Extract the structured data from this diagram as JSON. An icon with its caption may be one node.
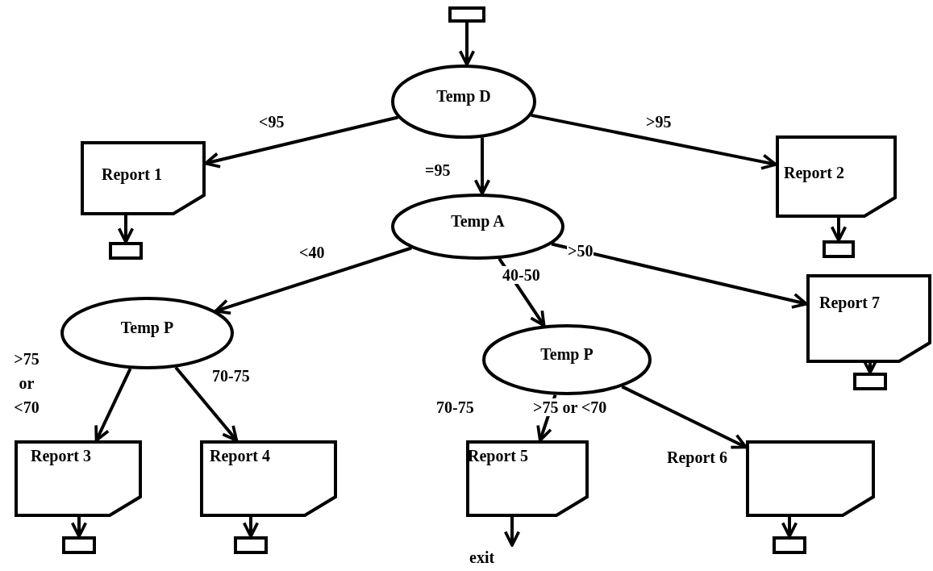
{
  "diagram": {
    "nodes": [
      {
        "text": [],
        "shape": "box"
      },
      {
        "text": [
          "Temp D"
        ]
      },
      {
        "text": [
          "Report 1"
        ]
      },
      {
        "text": [
          "Report 2"
        ]
      },
      {
        "text": [
          "Temp A"
        ]
      },
      {
        "text": [
          "Report 7"
        ]
      },
      {
        "text": [
          "Temp P"
        ]
      },
      {
        "text": [
          "Temp P"
        ]
      },
      {
        "text": [
          "Report 3"
        ]
      },
      {
        "text": [
          "Report 4"
        ]
      },
      {
        "text": [
          "Report 5"
        ]
      },
      {
        "text": [
          "Report 6"
        ]
      },
      {
        "text": [],
        "shape": "box"
      },
      {
        "text": [],
        "shape": "box"
      },
      {
        "text": [],
        "shape": "box"
      },
      {
        "text": [],
        "shape": "box"
      },
      {
        "text": [],
        "shape": "box"
      },
      {
        "text": [],
        "shape": "box"
      },
      {
        "text": [
          "exit"
        ]
      }
    ],
    "edges": [
      {
        "from": 0,
        "to": 1,
        "arrow": "to"
      },
      {
        "from": 1,
        "to": 2,
        "arrow": "to",
        "label": "<95"
      },
      {
        "from": 1,
        "to": 4,
        "arrow": "to",
        "label": "=95"
      },
      {
        "from": 1,
        "to": 3,
        "arrow": "to",
        "label": ">95"
      },
      {
        "from": 2,
        "to": 12,
        "arrow": "to"
      },
      {
        "from": 3,
        "to": 13,
        "arrow": "to"
      },
      {
        "from": 4,
        "to": 6,
        "arrow": "to",
        "label": "<40"
      },
      {
        "from": 4,
        "to": 7,
        "arrow": "to",
        "label": "40-50"
      },
      {
        "from": 4,
        "to": 5,
        "arrow": "to",
        "label": ">50"
      },
      {
        "from": 5,
        "to": 14,
        "arrow": "to"
      },
      {
        "from": 6,
        "to": 8,
        "arrow": "to",
        "label": ">75 or <70"
      },
      {
        "from": 6,
        "to": 9,
        "arrow": "to",
        "label": "70-75"
      },
      {
        "from": 8,
        "to": 15,
        "arrow": "to"
      },
      {
        "from": 9,
        "to": 16,
        "arrow": "to"
      },
      {
        "from": 7,
        "to": 10,
        "arrow": "to",
        "label": "70-75"
      },
      {
        "from": 7,
        "to": 11,
        "arrow": "to",
        "label": ">75 or <70"
      },
      {
        "from": 10,
        "to": 18,
        "arrow": "to"
      },
      {
        "from": 11,
        "to": 17,
        "arrow": "to"
      }
    ]
  }
}
